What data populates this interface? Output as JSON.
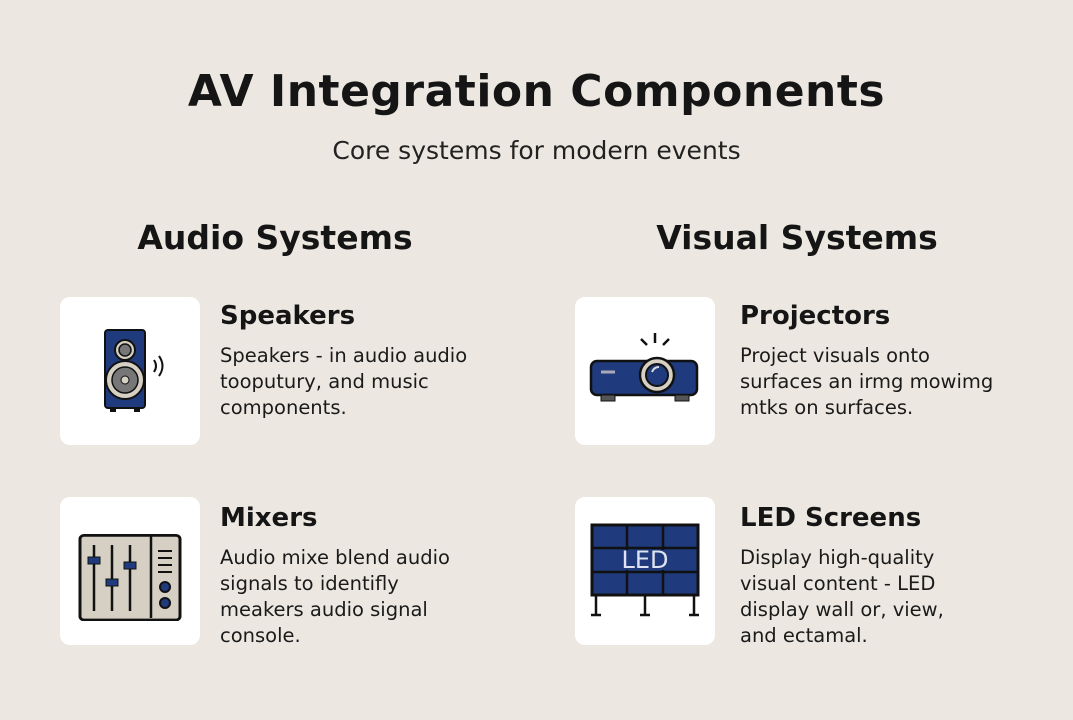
{
  "header": {
    "title": "AV Integration Components",
    "subtitle": "Core systems for modern events"
  },
  "sections": [
    {
      "heading": "Audio Systems",
      "items": [
        {
          "title": "Speakers",
          "text": "Speakers - in audio audio tooputury, and music components.",
          "icon": "speaker-icon"
        },
        {
          "title": "Mixers",
          "text": "Audio mixe blend audio signals to identifly meakers audio signal console.",
          "icon": "mixer-icon"
        }
      ]
    },
    {
      "heading": "Visual Systems",
      "items": [
        {
          "title": "Projectors",
          "text": "Project visuals onto surfaces an irmg mowimg mtks on surfaces.",
          "icon": "projector-icon"
        },
        {
          "title": "LED Screens",
          "text": "Display high-quality visual content - LED display wall or, view, and ectamal.",
          "icon": "led-screen-icon",
          "icon_label": "LED"
        }
      ]
    }
  ],
  "colors": {
    "background": "#ece8e1",
    "accent": "#1f3b7d",
    "panel": "#d6d0c4"
  }
}
